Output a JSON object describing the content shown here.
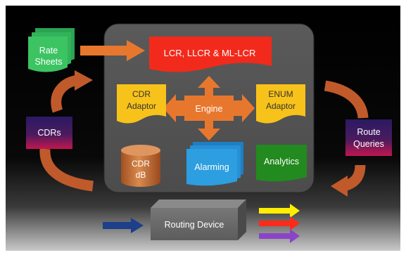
{
  "engine_box": {
    "lcr_label": "LCR, LLCR & ML-LCR",
    "engine_label": "Engine",
    "cdr_adaptor_lines": [
      "CDR",
      "Adaptor"
    ],
    "enum_adaptor_lines": [
      "ENUM",
      "Adaptor"
    ],
    "cdr_db_lines": [
      "CDR",
      "dB"
    ],
    "alarming_label": "Alarming",
    "analytics_label": "Analytics"
  },
  "rate_sheets_lines": [
    "Rate",
    "Sheets"
  ],
  "cdrs_label": "CDRs",
  "route_queries_lines": [
    "Route",
    "Queries"
  ],
  "routing_device_label": "Routing Device",
  "colors": {
    "rate_sheets": "#3cc463",
    "lcr_banner": "#f22a1c",
    "adaptor": "#f7c21a",
    "engine_arrow": "#e8772e",
    "curved_arrow": "#c05a2a",
    "cdr_db": "#c8682c",
    "alarming": "#2d9ee0",
    "analytics": "#228a1e",
    "output_arrows": [
      "#ffee00",
      "#ff2a1a",
      "#8a44c8"
    ],
    "input_arrow": "#1e3f8a"
  }
}
